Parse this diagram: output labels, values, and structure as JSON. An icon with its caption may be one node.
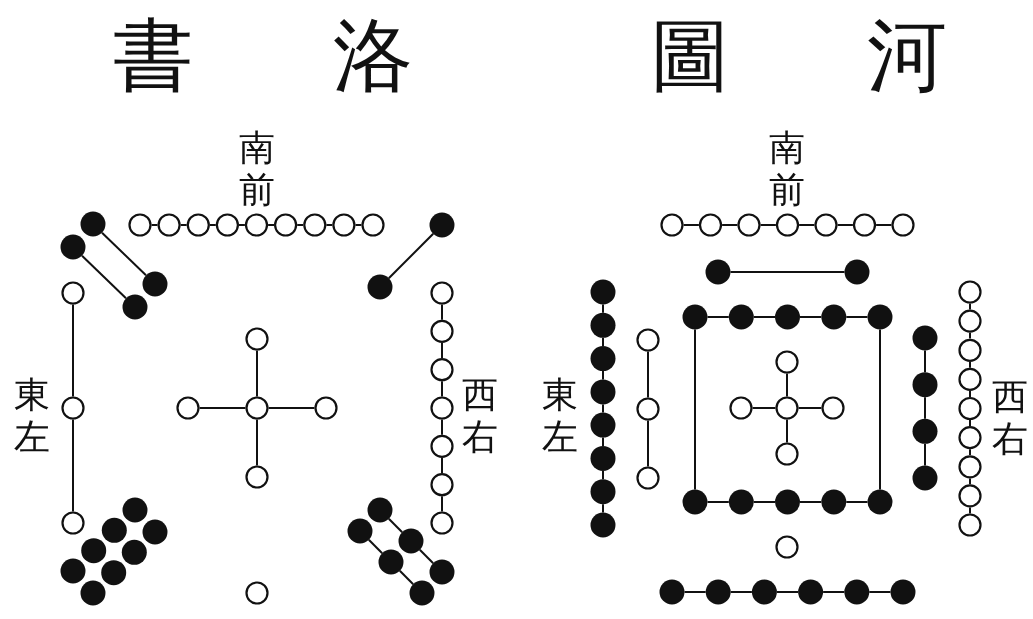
{
  "diagram": {
    "nodes": [
      {
        "text": [],
        "shape": "circle"
      },
      {
        "text": [],
        "shape": "circle"
      },
      {
        "text": [],
        "shape": "circle"
      },
      {
        "text": [],
        "shape": "circle"
      },
      {
        "text": [],
        "shape": "circle"
      },
      {
        "text": [],
        "shape": "circle"
      },
      {
        "text": [],
        "shape": "circle"
      },
      {
        "text": [],
        "shape": "circle"
      },
      {
        "text": [],
        "shape": "circle"
      },
      {
        "text": [],
        "shape": "dot"
      },
      {
        "text": [],
        "shape": "dot"
      },
      {
        "text": [],
        "shape": "dot"
      },
      {
        "text": [],
        "shape": "dot"
      },
      {
        "text": [],
        "shape": "dot"
      },
      {
        "text": [],
        "shape": "dot"
      },
      {
        "text": [],
        "shape": "circle"
      },
      {
        "text": [],
        "shape": "circle"
      },
      {
        "text": [],
        "shape": "circle"
      },
      {
        "text": [],
        "shape": "circle"
      },
      {
        "text": [],
        "shape": "circle"
      },
      {
        "text": [],
        "shape": "circle"
      },
      {
        "text": [],
        "shape": "circle"
      },
      {
        "text": [],
        "shape": "circle"
      },
      {
        "text": [],
        "shape": "circle"
      },
      {
        "text": [],
        "shape": "circle"
      },
      {
        "text": [],
        "shape": "circle"
      },
      {
        "text": [],
        "shape": "circle"
      },
      {
        "text": [],
        "shape": "circle"
      },
      {
        "text": [],
        "shape": "circle"
      },
      {
        "text": [],
        "shape": "circle"
      },
      {
        "text": [],
        "shape": "dot"
      },
      {
        "text": [],
        "shape": "dot"
      },
      {
        "text": [],
        "shape": "dot"
      },
      {
        "text": [],
        "shape": "dot"
      },
      {
        "text": [],
        "shape": "dot"
      },
      {
        "text": [],
        "shape": "dot"
      },
      {
        "text": [],
        "shape": "dot"
      },
      {
        "text": [],
        "shape": "dot"
      },
      {
        "text": [],
        "shape": "dot"
      },
      {
        "text": [],
        "shape": "dot"
      },
      {
        "text": [],
        "shape": "dot"
      },
      {
        "text": [],
        "shape": "dot"
      },
      {
        "text": [],
        "shape": "dot"
      },
      {
        "text": [],
        "shape": "dot"
      },
      {
        "text": [],
        "shape": "circle"
      },
      {
        "text": [],
        "shape": "circle"
      },
      {
        "text": [],
        "shape": "circle"
      },
      {
        "text": [],
        "shape": "circle"
      },
      {
        "text": [],
        "shape": "circle"
      },
      {
        "text": [],
        "shape": "circle"
      },
      {
        "text": [],
        "shape": "circle"
      },
      {
        "text": [],
        "shape": "circle"
      },
      {
        "text": [],
        "shape": "dot"
      },
      {
        "text": [],
        "shape": "dot"
      },
      {
        "text": [],
        "shape": "dot"
      },
      {
        "text": [],
        "shape": "dot"
      },
      {
        "text": [],
        "shape": "dot"
      },
      {
        "text": [],
        "shape": "dot"
      },
      {
        "text": [],
        "shape": "dot"
      },
      {
        "text": [],
        "shape": "dot"
      },
      {
        "text": [],
        "shape": "dot"
      },
      {
        "text": [],
        "shape": "dot"
      },
      {
        "text": [],
        "shape": "dot"
      },
      {
        "text": [],
        "shape": "dot"
      },
      {
        "text": [],
        "shape": "dot"
      },
      {
        "text": [],
        "shape": "dot"
      },
      {
        "text": [],
        "shape": "dot"
      },
      {
        "text": [],
        "shape": "circle"
      },
      {
        "text": [],
        "shape": "circle"
      },
      {
        "text": [],
        "shape": "circle"
      },
      {
        "text": [],
        "shape": "circle"
      },
      {
        "text": [],
        "shape": "circle"
      },
      {
        "text": [],
        "shape": "circle"
      },
      {
        "text": [],
        "shape": "circle"
      },
      {
        "text": [],
        "shape": "circle"
      },
      {
        "text": [],
        "shape": "dot"
      },
      {
        "text": [],
        "shape": "dot"
      },
      {
        "text": [],
        "shape": "dot"
      },
      {
        "text": [],
        "shape": "dot"
      },
      {
        "text": [],
        "shape": "circle"
      },
      {
        "text": [],
        "shape": "circle"
      },
      {
        "text": [],
        "shape": "circle"
      },
      {
        "text": [],
        "shape": "circle"
      },
      {
        "text": [],
        "shape": "circle"
      },
      {
        "text": [],
        "shape": "circle"
      },
      {
        "text": [],
        "shape": "circle"
      },
      {
        "text": [],
        "shape": "circle"
      },
      {
        "text": [],
        "shape": "circle"
      },
      {
        "text": [],
        "shape": "dot"
      },
      {
        "text": [],
        "shape": "dot"
      },
      {
        "text": [],
        "shape": "dot"
      },
      {
        "text": [],
        "shape": "dot"
      },
      {
        "text": [],
        "shape": "dot"
      },
      {
        "text": [],
        "shape": "circle"
      },
      {
        "text": [],
        "shape": "dot"
      },
      {
        "text": [],
        "shape": "dot"
      },
      {
        "text": [],
        "shape": "dot"
      },
      {
        "text": [],
        "shape": "dot"
      },
      {
        "text": [],
        "shape": "dot"
      },
      {
        "text": [],
        "shape": "dot"
      }
    ],
    "edges": [
      {
        "from": 0,
        "to": 1,
        "arrow": "none"
      },
      {
        "from": 1,
        "to": 2,
        "arrow": "none"
      },
      {
        "from": 2,
        "to": 3,
        "arrow": "none"
      },
      {
        "from": 3,
        "to": 4,
        "arrow": "none"
      },
      {
        "from": 4,
        "to": 5,
        "arrow": "none"
      },
      {
        "from": 5,
        "to": 6,
        "arrow": "none"
      },
      {
        "from": 6,
        "to": 7,
        "arrow": "none"
      },
      {
        "from": 7,
        "to": 8,
        "arrow": "none"
      },
      {
        "from": 9,
        "to": 11,
        "arrow": "none"
      },
      {
        "from": 10,
        "to": 12,
        "arrow": "none"
      },
      {
        "from": 13,
        "to": 14,
        "arrow": "none"
      },
      {
        "from": 15,
        "to": 16,
        "arrow": "none"
      },
      {
        "from": 16,
        "to": 17,
        "arrow": "none"
      },
      {
        "from": 18,
        "to": 20,
        "arrow": "none"
      },
      {
        "from": 19,
        "to": 20,
        "arrow": "none"
      },
      {
        "from": 20,
        "to": 21,
        "arrow": "none"
      },
      {
        "from": 20,
        "to": 22,
        "arrow": "none"
      },
      {
        "from": 23,
        "to": 24,
        "arrow": "none"
      },
      {
        "from": 24,
        "to": 25,
        "arrow": "none"
      },
      {
        "from": 25,
        "to": 26,
        "arrow": "none"
      },
      {
        "from": 26,
        "to": 27,
        "arrow": "none"
      },
      {
        "from": 27,
        "to": 28,
        "arrow": "none"
      },
      {
        "from": 28,
        "to": 29,
        "arrow": "none"
      },
      {
        "from": 38,
        "to": 40,
        "arrow": "none"
      },
      {
        "from": 40,
        "to": 42,
        "arrow": "none"
      },
      {
        "from": 39,
        "to": 41,
        "arrow": "none"
      },
      {
        "from": 41,
        "to": 43,
        "arrow": "none"
      },
      {
        "from": 45,
        "to": 46,
        "arrow": "none"
      },
      {
        "from": 46,
        "to": 47,
        "arrow": "none"
      },
      {
        "from": 47,
        "to": 48,
        "arrow": "none"
      },
      {
        "from": 48,
        "to": 49,
        "arrow": "none"
      },
      {
        "from": 49,
        "to": 50,
        "arrow": "none"
      },
      {
        "from": 50,
        "to": 51,
        "arrow": "none"
      },
      {
        "from": 52,
        "to": 53,
        "arrow": "none"
      },
      {
        "from": 54,
        "to": 55,
        "arrow": "none"
      },
      {
        "from": 55,
        "to": 56,
        "arrow": "none"
      },
      {
        "from": 56,
        "to": 57,
        "arrow": "none"
      },
      {
        "from": 57,
        "to": 58,
        "arrow": "none"
      },
      {
        "from": 59,
        "to": 60,
        "arrow": "none"
      },
      {
        "from": 60,
        "to": 61,
        "arrow": "none"
      },
      {
        "from": 61,
        "to": 62,
        "arrow": "none"
      },
      {
        "from": 62,
        "to": 63,
        "arrow": "none"
      },
      {
        "from": 63,
        "to": 64,
        "arrow": "none"
      },
      {
        "from": 64,
        "to": 65,
        "arrow": "none"
      },
      {
        "from": 65,
        "to": 66,
        "arrow": "none"
      },
      {
        "from": 67,
        "to": 68,
        "arrow": "none"
      },
      {
        "from": 68,
        "to": 69,
        "arrow": "none"
      },
      {
        "from": 70,
        "to": 72,
        "arrow": "none"
      },
      {
        "from": 71,
        "to": 72,
        "arrow": "none"
      },
      {
        "from": 72,
        "to": 73,
        "arrow": "none"
      },
      {
        "from": 72,
        "to": 74,
        "arrow": "none"
      },
      {
        "from": 75,
        "to": 76,
        "arrow": "none"
      },
      {
        "from": 76,
        "to": 77,
        "arrow": "none"
      },
      {
        "from": 77,
        "to": 78,
        "arrow": "none"
      },
      {
        "from": 79,
        "to": 80,
        "arrow": "none"
      },
      {
        "from": 80,
        "to": 81,
        "arrow": "none"
      },
      {
        "from": 81,
        "to": 82,
        "arrow": "none"
      },
      {
        "from": 82,
        "to": 83,
        "arrow": "none"
      },
      {
        "from": 83,
        "to": 84,
        "arrow": "none"
      },
      {
        "from": 84,
        "to": 85,
        "arrow": "none"
      },
      {
        "from": 85,
        "to": 86,
        "arrow": "none"
      },
      {
        "from": 86,
        "to": 87,
        "arrow": "none"
      },
      {
        "from": 88,
        "to": 89,
        "arrow": "none"
      },
      {
        "from": 89,
        "to": 90,
        "arrow": "none"
      },
      {
        "from": 90,
        "to": 91,
        "arrow": "none"
      },
      {
        "from": 91,
        "to": 92,
        "arrow": "none"
      },
      {
        "from": 54,
        "to": 88,
        "arrow": "none"
      },
      {
        "from": 58,
        "to": 92,
        "arrow": "none"
      },
      {
        "from": 94,
        "to": 95,
        "arrow": "none"
      },
      {
        "from": 95,
        "to": 96,
        "arrow": "none"
      },
      {
        "from": 96,
        "to": 97,
        "arrow": "none"
      },
      {
        "from": 97,
        "to": 98,
        "arrow": "none"
      },
      {
        "from": 98,
        "to": 99,
        "arrow": "none"
      }
    ],
    "labels": [
      "書洛",
      "圖河",
      "南前",
      "東左",
      "西右",
      "南前",
      "東左",
      "西右"
    ]
  }
}
